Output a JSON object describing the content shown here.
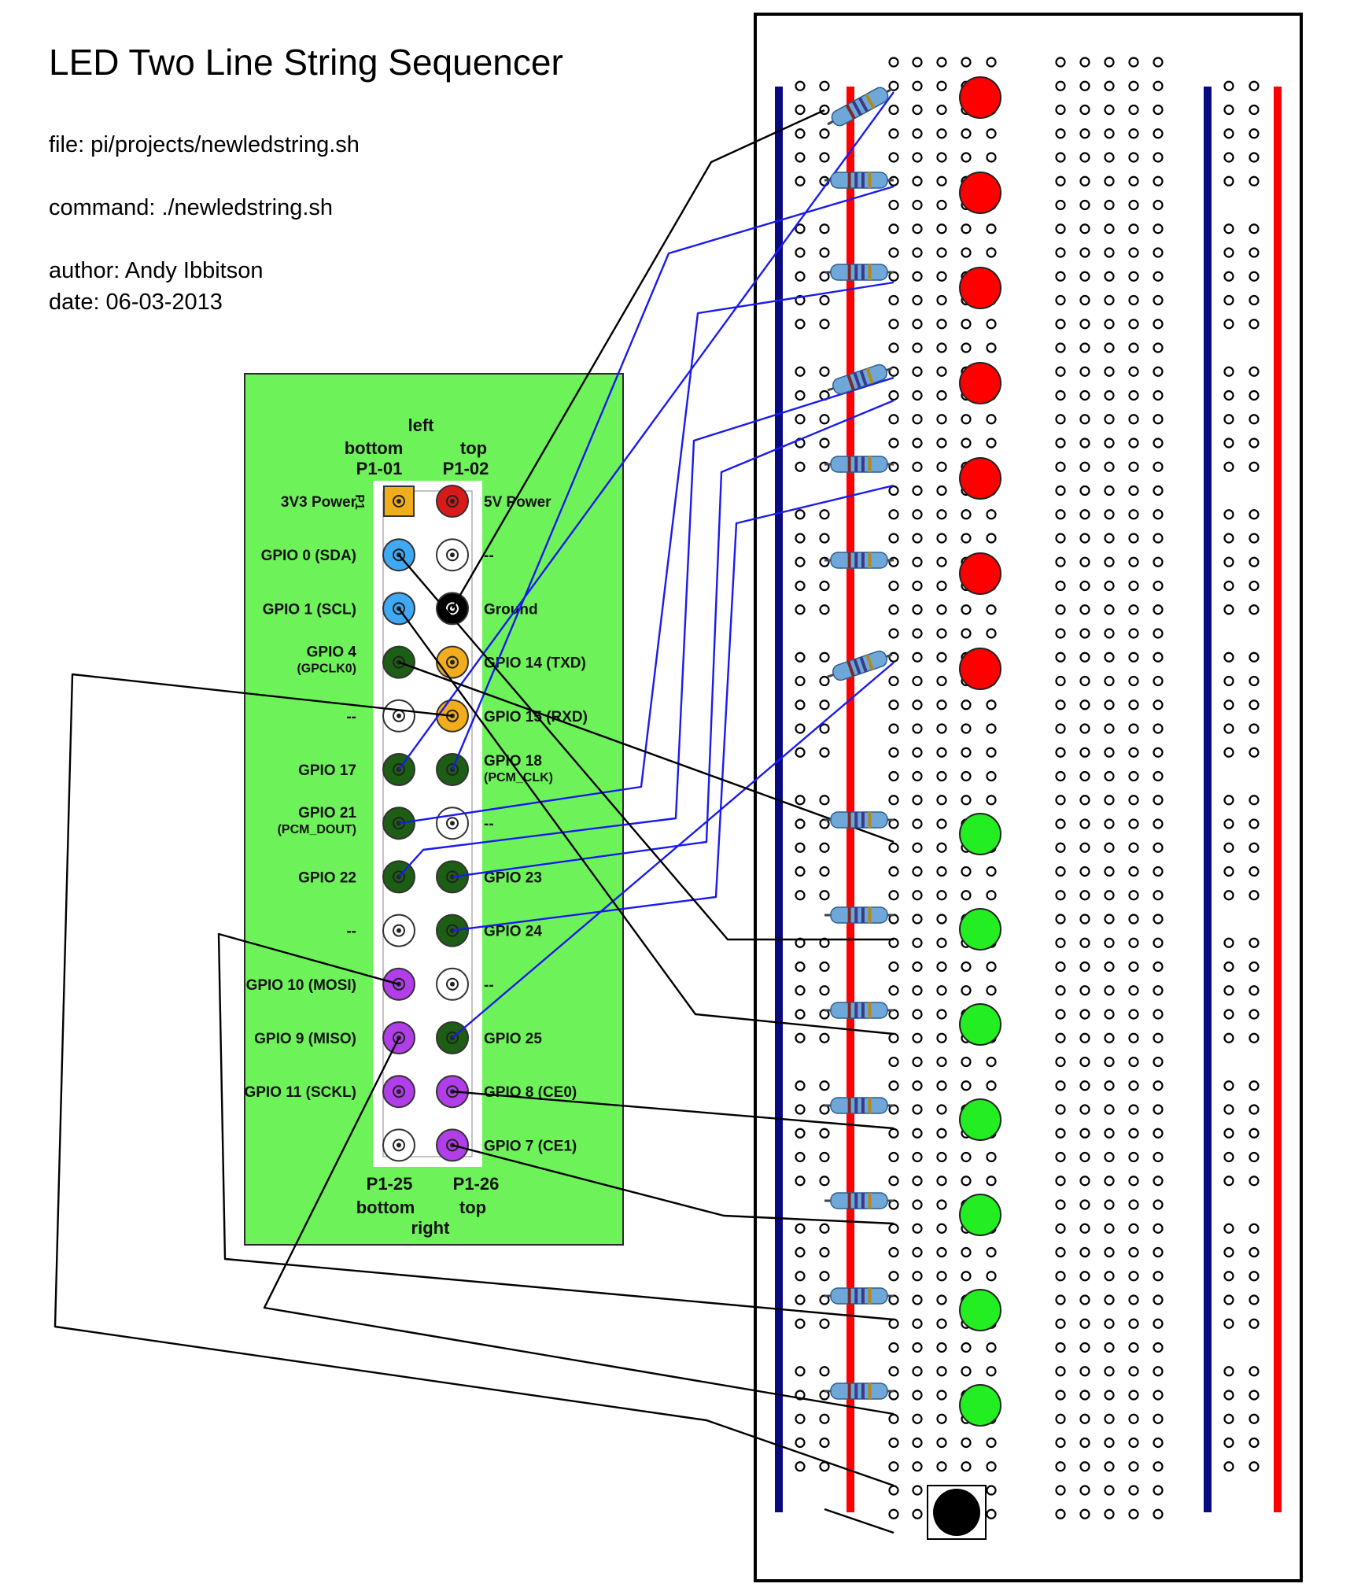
{
  "header": {
    "title": "LED Two Line String Sequencer",
    "file": "file: pi/projects/newledstring.sh",
    "command": "command:  ./newledstring.sh",
    "author": "author: Andy Ibbitson",
    "date": "date: 06-03-2013"
  },
  "gpio_board": {
    "top_label": "left",
    "bottom_label": "right",
    "col_left_top": [
      "bottom",
      "P1-01"
    ],
    "col_right_top": [
      "top",
      "P1-02"
    ],
    "col_left_bottom": [
      "P1-25",
      "bottom"
    ],
    "col_right_bottom": [
      "P1-26",
      "top"
    ],
    "connector_label": "P1",
    "colors": {
      "board": "#6ef25a",
      "power3v3": "#f2ad1c",
      "power5v": "#d91a1a",
      "blue": "#3fa9f5",
      "dark_green": "#1c5e14",
      "orange": "#f2ad1c",
      "purple": "#b13ee8",
      "white": "#ffffff",
      "black": "#000000"
    },
    "pins": [
      {
        "left": {
          "label": "3V3 Power",
          "type": "power3v3"
        },
        "right": {
          "label": "5V Power",
          "type": "power5v"
        }
      },
      {
        "left": {
          "label": "GPIO 0 (SDA)",
          "type": "blue"
        },
        "right": {
          "label": "--",
          "type": "white"
        }
      },
      {
        "left": {
          "label": "GPIO 1 (SCL)",
          "type": "blue"
        },
        "right": {
          "label": "Ground",
          "type": "black"
        }
      },
      {
        "left": {
          "label": "GPIO 4",
          "sub": "(GPCLK0)",
          "type": "dark_green"
        },
        "right": {
          "label": "GPIO 14 (TXD)",
          "type": "orange"
        }
      },
      {
        "left": {
          "label": "--",
          "type": "white"
        },
        "right": {
          "label": "GPIO 15 (RXD)",
          "type": "orange"
        }
      },
      {
        "left": {
          "label": "GPIO 17",
          "type": "dark_green"
        },
        "right": {
          "label": "GPIO 18",
          "sub": "(PCM_CLK)",
          "type": "dark_green"
        }
      },
      {
        "left": {
          "label": "GPIO 21",
          "sub": "(PCM_DOUT)",
          "type": "dark_green"
        },
        "right": {
          "label": "--",
          "type": "white"
        }
      },
      {
        "left": {
          "label": "GPIO 22",
          "type": "dark_green"
        },
        "right": {
          "label": "GPIO 23",
          "type": "dark_green"
        }
      },
      {
        "left": {
          "label": "--",
          "type": "white"
        },
        "right": {
          "label": "GPIO 24",
          "type": "dark_green"
        }
      },
      {
        "left": {
          "label": "GPIO 10 (MOSI)",
          "type": "purple"
        },
        "right": {
          "label": "--",
          "type": "white"
        }
      },
      {
        "left": {
          "label": "GPIO 9 (MISO)",
          "type": "purple"
        },
        "right": {
          "label": "GPIO 25",
          "type": "dark_green"
        }
      },
      {
        "left": {
          "label": "GPIO 11 (SCKL)",
          "type": "purple"
        },
        "right": {
          "label": "GPIO 8 (CE0)",
          "type": "purple"
        }
      },
      {
        "left": {
          "label": "",
          "type": "white"
        },
        "right": {
          "label": "GPIO 7 (CE1)",
          "type": "purple"
        }
      }
    ]
  },
  "breadboard": {
    "red_leds": 7,
    "green_leds": 7,
    "resistors": 14,
    "push_buttons": 1,
    "colors": {
      "red_led": "#ff0000",
      "green_led": "#22ee22",
      "blue_rail": "#0a0a80",
      "red_rail": "#ff0000",
      "wire_blue": "#1a1aee",
      "wire_black": "#000000",
      "resistor": "#6fa7d8"
    }
  }
}
